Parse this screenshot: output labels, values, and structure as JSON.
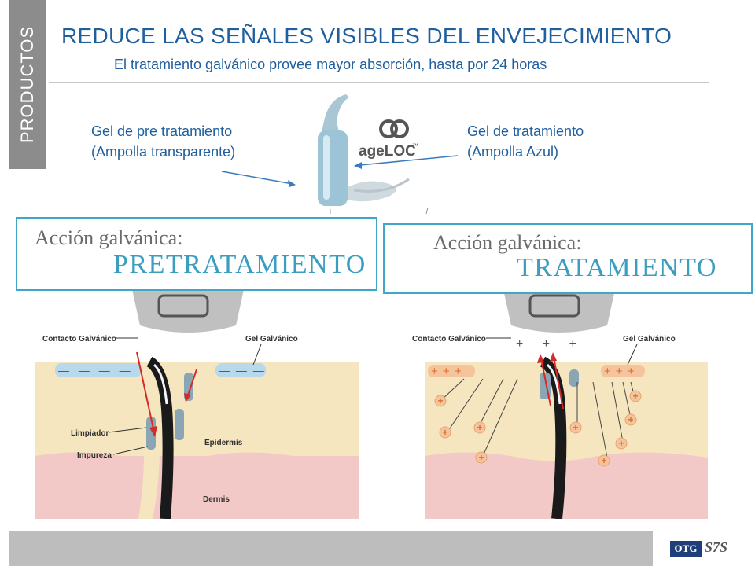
{
  "side_tab": {
    "label": "PRODUCTOS"
  },
  "header": {
    "title": "REDUCE LAS SEÑALES VISIBLES DEL ENVEJECIMIENTO",
    "subtitle": "El tratamiento galvánico provee mayor absorción, hasta por 24 horas"
  },
  "labels": {
    "pre_line1": "Gel de pre tratamiento",
    "pre_line2": "(Ampolla transparente)",
    "treat_line1": "Gel de tratamiento",
    "treat_line2": "(Ampolla Azul)"
  },
  "brand": {
    "logo_text": "ageLOC",
    "tm": "™"
  },
  "panels": {
    "left": {
      "heading": "Acción galvánica:",
      "subheading": "PRETRATAMIENTO"
    },
    "right": {
      "heading": "Acción galvánica:",
      "subheading": "TRATAMIENTO"
    }
  },
  "diagram_left": {
    "contact": "Contacto Galvánico",
    "gel": "Gel Galvánico",
    "cleanser": "Limpiador",
    "impurity": "Impureza",
    "epidermis": "Epidermis",
    "dermis": "Dermis"
  },
  "diagram_right": {
    "contact": "Contacto Galvánico",
    "gel": "Gel Galvánico"
  },
  "footer": {
    "logo_otg": "OTG",
    "logo_s7s": "S7S"
  },
  "colors": {
    "title_blue": "#1f5f9e",
    "panel_border": "#3fa7c8",
    "epidermis": "#f6e6bf",
    "dermis": "#f2c9c6",
    "gel_blue": "#b8d8ec",
    "gel_orange": "#f5c49c"
  }
}
